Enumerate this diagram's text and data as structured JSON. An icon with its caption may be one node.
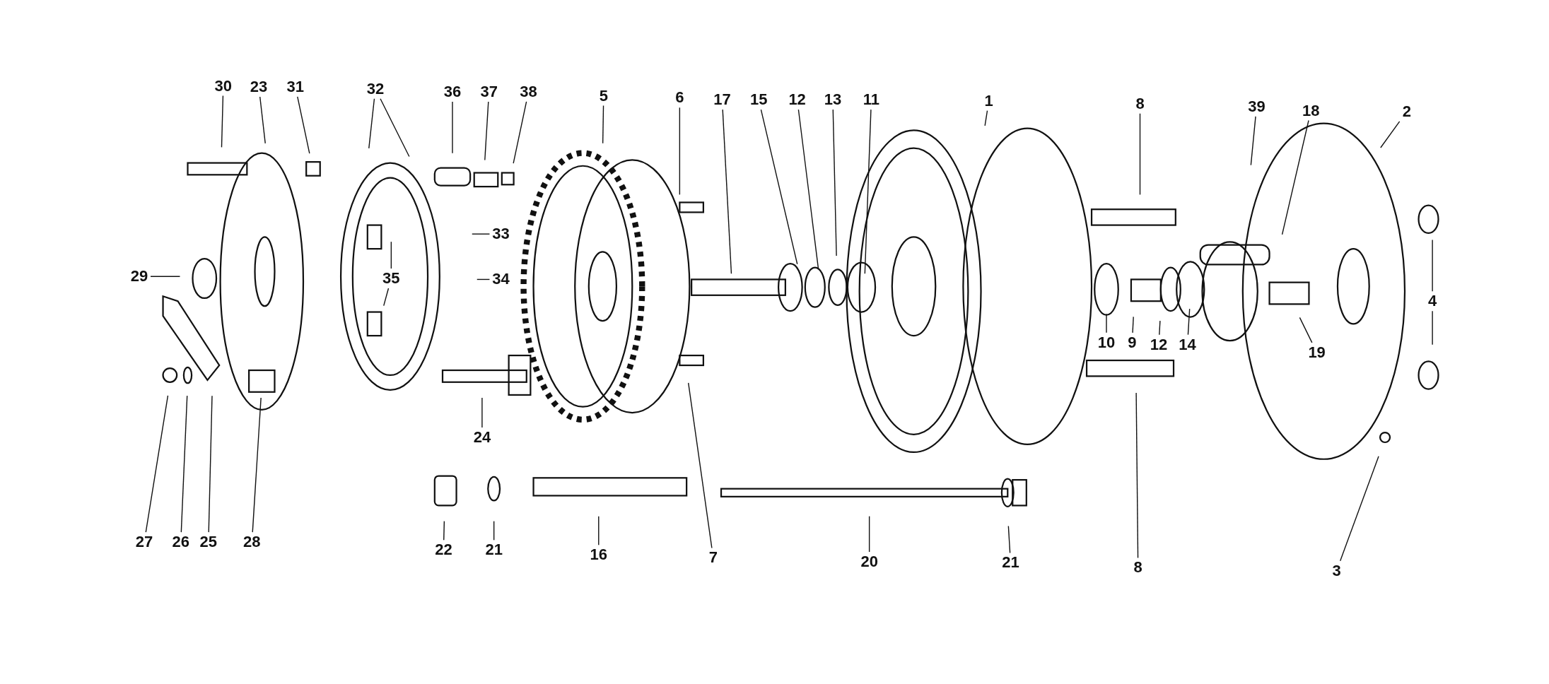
{
  "diagram": {
    "nodes": [
      {
        "text": [
          "30"
        ]
      },
      {
        "text": [
          "23"
        ]
      },
      {
        "text": [
          "31"
        ]
      },
      {
        "text": [
          "32"
        ]
      },
      {
        "text": [
          "36"
        ]
      },
      {
        "text": [
          "37"
        ]
      },
      {
        "text": [
          "38"
        ]
      },
      {
        "text": [
          "5"
        ]
      },
      {
        "text": [
          "6"
        ]
      },
      {
        "text": [
          "17"
        ]
      },
      {
        "text": [
          "15"
        ]
      },
      {
        "text": [
          "12"
        ]
      },
      {
        "text": [
          "13"
        ]
      },
      {
        "text": [
          "11"
        ]
      },
      {
        "text": [
          "1"
        ]
      },
      {
        "text": [
          "8"
        ]
      },
      {
        "text": [
          "39"
        ]
      },
      {
        "text": [
          "18"
        ]
      },
      {
        "text": [
          "2"
        ]
      },
      {
        "text": [
          "33"
        ]
      },
      {
        "text": [
          "34"
        ]
      },
      {
        "text": [
          "35"
        ]
      },
      {
        "text": [
          "29"
        ]
      },
      {
        "text": [
          "4"
        ]
      },
      {
        "text": [
          "10"
        ]
      },
      {
        "text": [
          "9"
        ]
      },
      {
        "text": [
          "12"
        ]
      },
      {
        "text": [
          "14"
        ]
      },
      {
        "text": [
          "19"
        ]
      },
      {
        "text": [
          "24"
        ]
      },
      {
        "text": [
          "27"
        ]
      },
      {
        "text": [
          "26"
        ]
      },
      {
        "text": [
          "25"
        ]
      },
      {
        "text": [
          "28"
        ]
      },
      {
        "text": [
          "22"
        ]
      },
      {
        "text": [
          "21"
        ]
      },
      {
        "text": [
          "16"
        ]
      },
      {
        "text": [
          "7"
        ]
      },
      {
        "text": [
          "20"
        ]
      },
      {
        "text": [
          "21"
        ]
      },
      {
        "text": [
          "8"
        ]
      },
      {
        "text": [
          "3"
        ]
      }
    ],
    "edges": [
      {
        "from": 0,
        "to": null,
        "arrow": "none"
      },
      {
        "from": 1,
        "to": null,
        "arrow": "none"
      },
      {
        "from": 2,
        "to": null,
        "arrow": "none"
      },
      {
        "from": 3,
        "to": null,
        "arrow": "none"
      },
      {
        "from": 3,
        "to": null,
        "arrow": "none"
      },
      {
        "from": 4,
        "to": null,
        "arrow": "none"
      },
      {
        "from": 5,
        "to": null,
        "arrow": "none"
      },
      {
        "from": 6,
        "to": null,
        "arrow": "none"
      },
      {
        "from": 7,
        "to": null,
        "arrow": "none"
      },
      {
        "from": 8,
        "to": null,
        "arrow": "none"
      },
      {
        "from": 9,
        "to": null,
        "arrow": "none"
      },
      {
        "from": 10,
        "to": null,
        "arrow": "none"
      },
      {
        "from": 11,
        "to": null,
        "arrow": "none"
      },
      {
        "from": 12,
        "to": null,
        "arrow": "none"
      },
      {
        "from": 13,
        "to": null,
        "arrow": "none"
      },
      {
        "from": 14,
        "to": null,
        "arrow": "none"
      },
      {
        "from": 15,
        "to": null,
        "arrow": "none"
      },
      {
        "from": 16,
        "to": null,
        "arrow": "none"
      },
      {
        "from": 17,
        "to": null,
        "arrow": "none"
      },
      {
        "from": 18,
        "to": null,
        "arrow": "none"
      },
      {
        "from": 19,
        "to": null,
        "arrow": "none"
      },
      {
        "from": 20,
        "to": null,
        "arrow": "none"
      },
      {
        "from": 21,
        "to": null,
        "arrow": "none"
      },
      {
        "from": 21,
        "to": null,
        "arrow": "none"
      },
      {
        "from": 22,
        "to": null,
        "arrow": "none"
      },
      {
        "from": 23,
        "to": null,
        "arrow": "none"
      },
      {
        "from": 23,
        "to": null,
        "arrow": "none"
      },
      {
        "from": 24,
        "to": null,
        "arrow": "none"
      },
      {
        "from": 25,
        "to": null,
        "arrow": "none"
      },
      {
        "from": 26,
        "to": null,
        "arrow": "none"
      },
      {
        "from": 27,
        "to": null,
        "arrow": "none"
      },
      {
        "from": 28,
        "to": null,
        "arrow": "none"
      },
      {
        "from": 29,
        "to": null,
        "arrow": "none"
      },
      {
        "from": 30,
        "to": null,
        "arrow": "none"
      },
      {
        "from": 31,
        "to": null,
        "arrow": "none"
      },
      {
        "from": 32,
        "to": null,
        "arrow": "none"
      },
      {
        "from": 33,
        "to": null,
        "arrow": "none"
      },
      {
        "from": 34,
        "to": null,
        "arrow": "none"
      },
      {
        "from": 35,
        "to": null,
        "arrow": "none"
      },
      {
        "from": 36,
        "to": null,
        "arrow": "none"
      },
      {
        "from": 37,
        "to": null,
        "arrow": "none"
      },
      {
        "from": 38,
        "to": null,
        "arrow": "none"
      },
      {
        "from": 39,
        "to": null,
        "arrow": "none"
      },
      {
        "from": 40,
        "to": null,
        "arrow": "none"
      },
      {
        "from": 41,
        "to": null,
        "arrow": "none"
      }
    ]
  }
}
